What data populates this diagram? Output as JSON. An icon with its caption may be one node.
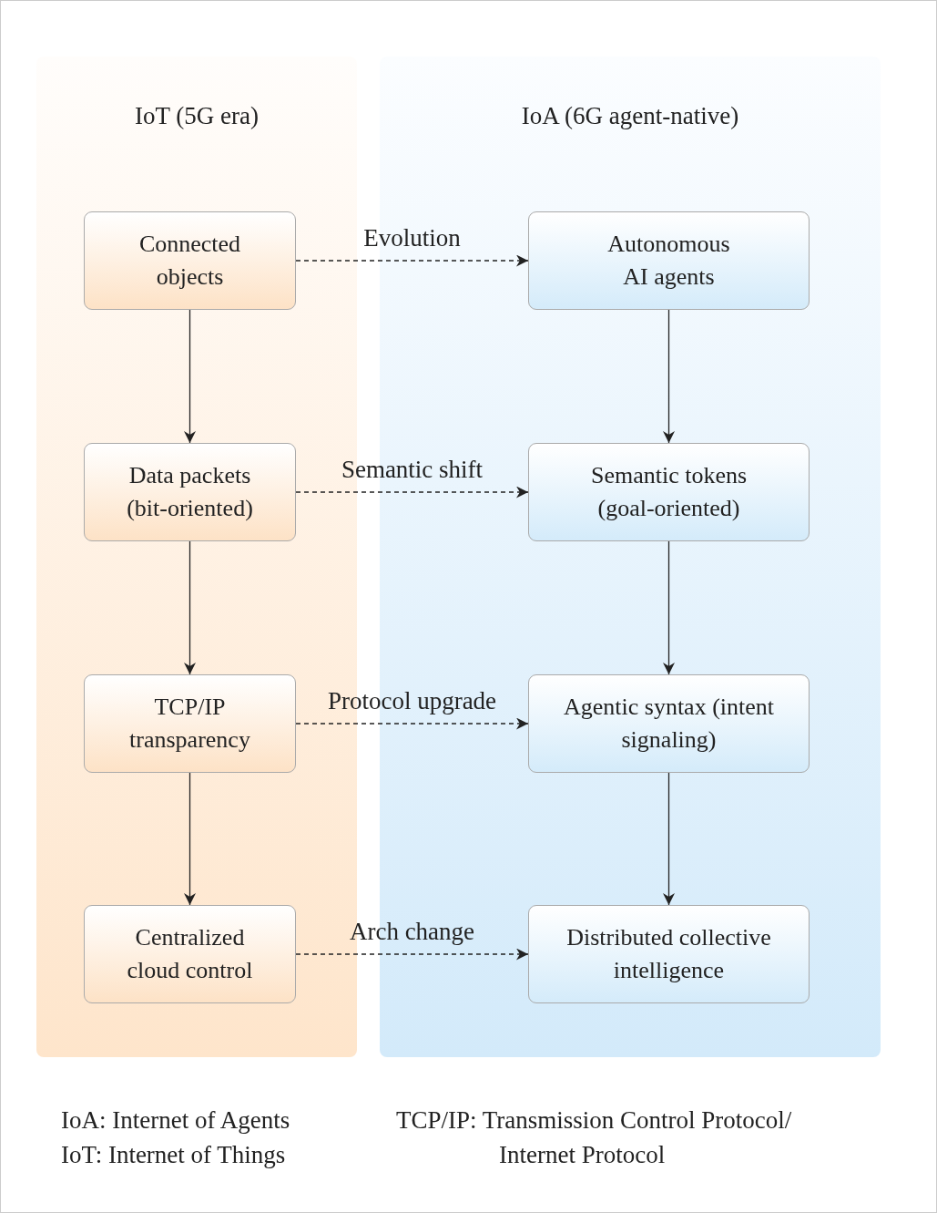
{
  "diagram": {
    "nodes": [
      {
        "text": [
          "IoT (5G era)"
        ]
      },
      {
        "text": [
          "Connected objects"
        ],
        "in": 0
      },
      {
        "text": [
          "Data packets (bit-oriented)"
        ],
        "in": 0
      },
      {
        "text": [
          "TCP/IP transparency"
        ],
        "in": 0
      },
      {
        "text": [
          "Centralized cloud control"
        ],
        "in": 0
      },
      {
        "text": [
          "IoA (6G agent-native)"
        ]
      },
      {
        "text": [
          "Autonomous AI agents"
        ],
        "in": 5
      },
      {
        "text": [
          "Semantic tokens (goal-oriented)"
        ],
        "in": 5
      },
      {
        "text": [
          "Agentic syntax (intent signaling)"
        ],
        "in": 5
      },
      {
        "text": [
          "Distributed collective intelligence"
        ],
        "in": 5
      }
    ],
    "edges": [
      {
        "from": 1,
        "to": 6,
        "arrow": "to",
        "label": "Evolution",
        "style": "dashed"
      },
      {
        "from": 1,
        "to": 2,
        "arrow": "to"
      },
      {
        "from": 6,
        "to": 7,
        "arrow": "to"
      },
      {
        "from": 2,
        "to": 7,
        "arrow": "to",
        "label": "Semantic shift",
        "style": "dashed"
      },
      {
        "from": 2,
        "to": 3,
        "arrow": "to"
      },
      {
        "from": 7,
        "to": 8,
        "arrow": "to"
      },
      {
        "from": 3,
        "to": 8,
        "arrow": "to",
        "label": "Protocol upgrade",
        "style": "dashed"
      },
      {
        "from": 3,
        "to": 4,
        "arrow": "to"
      },
      {
        "from": 8,
        "to": 9,
        "arrow": "to"
      },
      {
        "from": 4,
        "to": 9,
        "arrow": "to",
        "label": "Arch change",
        "style": "dashed"
      }
    ],
    "labels": [
      "IoA: Internet of Agents",
      "IoT: Internet of Things",
      "TCP/IP: Transmission Control Protocol/ Internet Protocol"
    ]
  }
}
